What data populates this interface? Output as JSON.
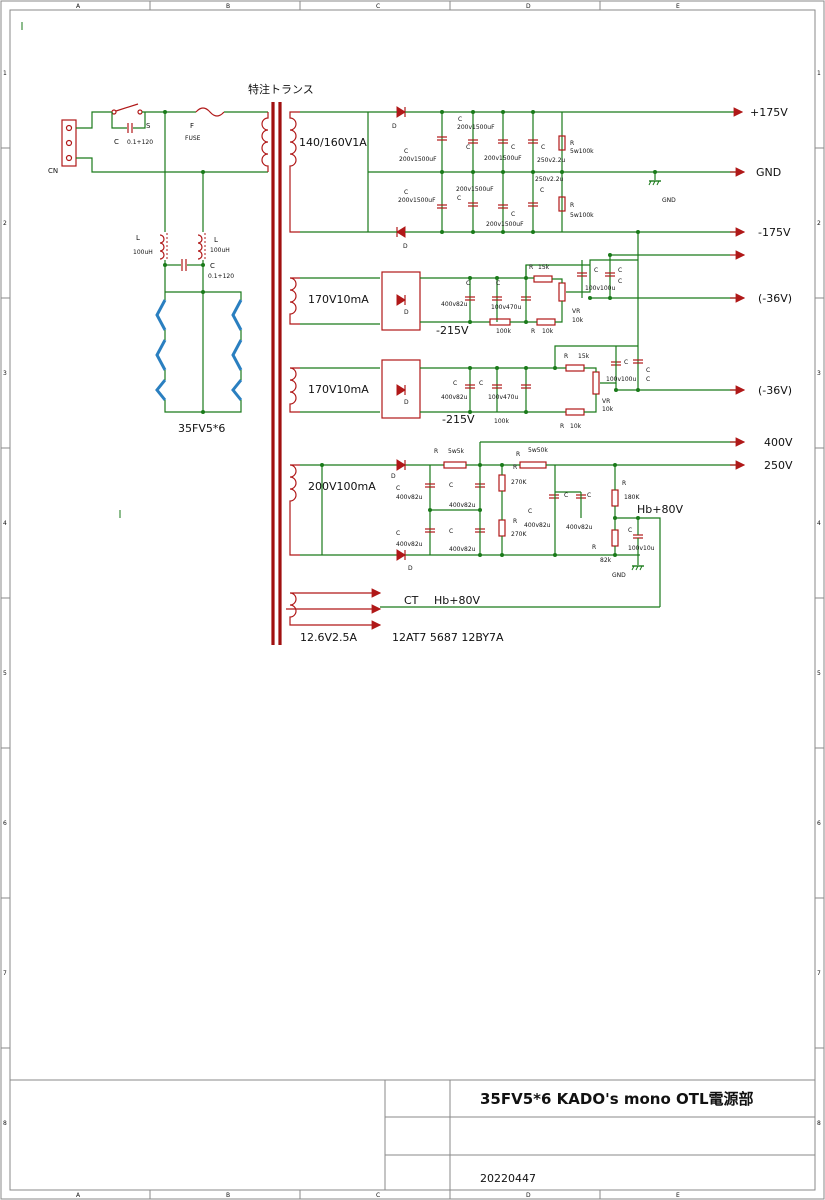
{
  "frame": {
    "cols": [
      "A",
      "B",
      "C",
      "D",
      "E"
    ],
    "rows": [
      "1",
      "2",
      "3",
      "4",
      "5",
      "6",
      "7",
      "8"
    ]
  },
  "title_block": {
    "title": "35FV5*6 KADO's mono OTL電源部",
    "date": "20220447"
  },
  "transformer": {
    "title": "特注トランス"
  },
  "primary": {
    "connector": "CN",
    "switch": "S",
    "cap_s_label": "C",
    "cap_s_value": "0.1+120",
    "fuse_label": "F",
    "fuse_text": "FUSE",
    "inductor_label": "L",
    "inductor_value": "100uH",
    "cap_l_value": "0.1+120",
    "heater_string": "35FV5*6"
  },
  "sec1": {
    "winding": "140/160V1A",
    "pos_out": "+175V",
    "gnd_out": "GND",
    "gnd_sym": "GND",
    "neg_out": "-175V",
    "cap_1500": "200v1500uF",
    "cap_1500b": "200v1500uF",
    "cap_22": "250v2.2u",
    "res_100k": "5w100k"
  },
  "sec2": {
    "winding": "170V10mA",
    "neg_v": "-215V",
    "out": "(-36V)",
    "cap_82": "400v82u",
    "cap_470": "100v470u",
    "r15k": "15k",
    "r100k": "100k",
    "r10k": "10k",
    "vr": "VR",
    "vr_val": "10k",
    "cap_100": "100v100u"
  },
  "sec3": {
    "winding": "170V10mA",
    "neg_v": "-215V",
    "out": "(-36V)",
    "cap_82": "400v82u",
    "cap_470": "100v470u",
    "r15k": "15k",
    "r100k": "100k",
    "r10k": "10k",
    "vr": "VR",
    "vr_val": "10k",
    "cap_100": "100v100u"
  },
  "sec4": {
    "winding": "200V100mA",
    "out400": "400V",
    "out250": "250V",
    "hb": "Hb+80V",
    "r_5w5k": "5w5k",
    "r_5w50k": "5w50k",
    "r_270k": "270K",
    "r_180k": "180K",
    "r_82k": "82k",
    "cap_82": "400v82u",
    "cap_10": "100v10u",
    "gnd": "GND"
  },
  "heater": {
    "ct": "CT",
    "hb": "Hb+80V",
    "winding": "12.6V2.5A",
    "tubes": "12AT7 5687 12BY7A"
  },
  "generic": {
    "C": "C",
    "R": "R",
    "D": "D",
    "L": "L"
  }
}
